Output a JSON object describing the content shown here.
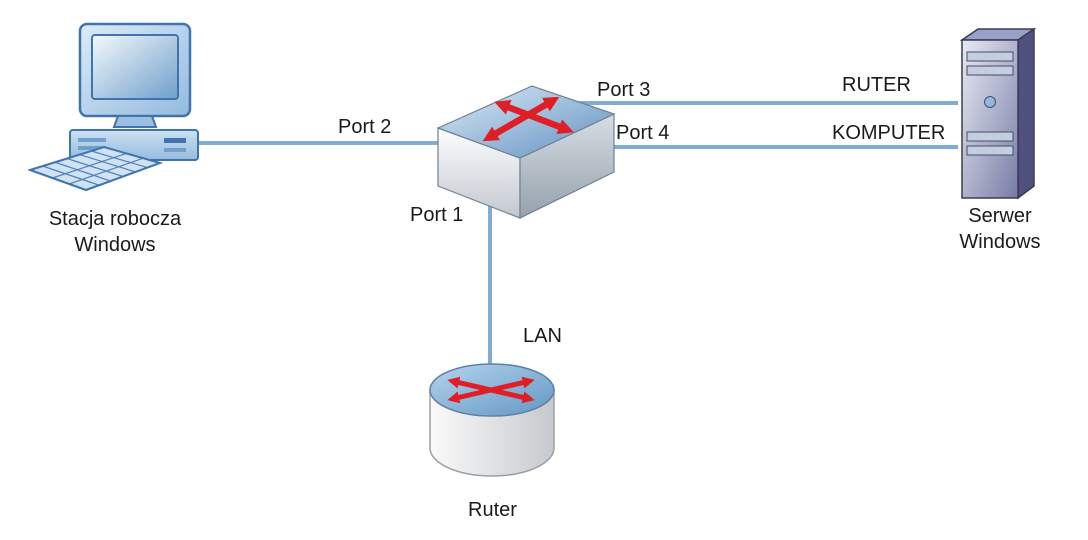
{
  "nodes": {
    "workstation": {
      "label_line1": "Stacja robocza",
      "label_line2": "Windows"
    },
    "server": {
      "label_line1": "Serwer",
      "label_line2": "Windows"
    },
    "router": {
      "label": "Ruter"
    }
  },
  "connection_labels": {
    "port1": "Port 1",
    "port2": "Port 2",
    "port3": "Port 3",
    "port4": "Port 4",
    "lan": "LAN",
    "port3_target": "RUTER",
    "port4_target": "KOMPUTER"
  },
  "colors": {
    "connector": "#7fadd6",
    "arrow_red": "#df1f26",
    "device_blue": "#8fb8dd",
    "server_purple": "#515180",
    "text": "#1a1a1a",
    "background": "#ffffff"
  }
}
